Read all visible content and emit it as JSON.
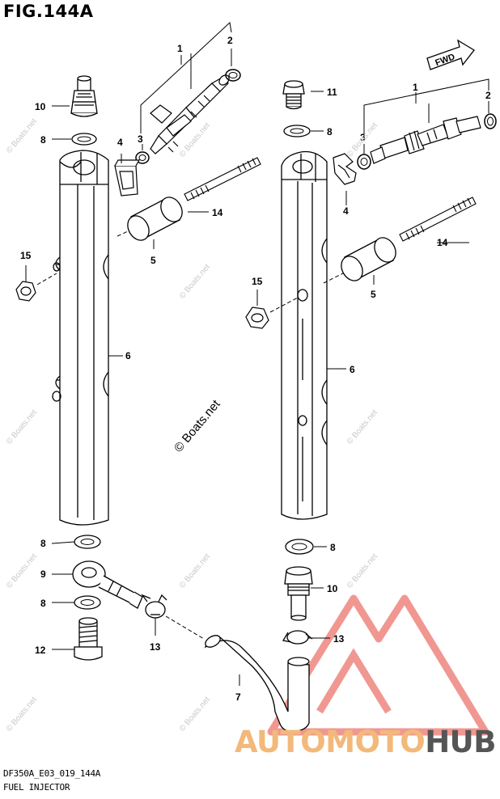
{
  "figure": {
    "title": "FIG.144A",
    "code": "DF350A_E03_019_144A",
    "name": "FUEL INJECTOR"
  },
  "direction_label": "FWD",
  "callouts": {
    "c1a": "1",
    "c2a": "2",
    "c3a": "3",
    "c4a": "4",
    "c5a": "5",
    "c6a": "6",
    "c8a": "8",
    "c10a": "10",
    "c14a": "14",
    "c15a": "15",
    "c8b": "8",
    "c9": "9",
    "c8c": "8",
    "c12": "12",
    "c13a": "13",
    "c7": "7",
    "c11": "11",
    "c8d": "8",
    "c1b": "1",
    "c2b": "2",
    "c3b": "3",
    "c4b": "4",
    "c14b": "14",
    "c5b": "5",
    "c15b": "15",
    "c6b": "6",
    "c8e": "8",
    "c10b": "10",
    "c13b": "13"
  },
  "watermarks": {
    "site": "© Boats.net",
    "brand_a": "AUTOMOTO",
    "brand_b": "HUB"
  },
  "colors": {
    "line": "#000000",
    "watermark_red": "#e8302a",
    "watermark_orange": "#f2b97a",
    "watermark_grey": "#555555"
  }
}
